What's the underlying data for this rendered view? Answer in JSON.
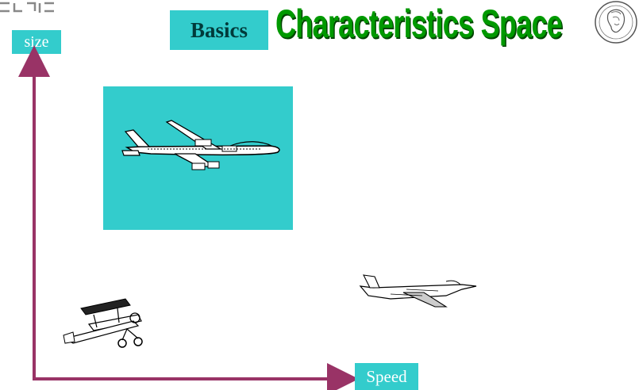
{
  "header": {
    "section_label": "Basics",
    "title": "Characteristics Space"
  },
  "axes": {
    "y_label": "size",
    "x_label": "Speed",
    "axis_color": "#993366",
    "label_bg_color": "#33cccc"
  },
  "items": [
    {
      "name": "jumbo-jet",
      "icon": "jumbo-jet-icon",
      "size_rank": "high",
      "speed_rank": "mid"
    },
    {
      "name": "fighter-jet",
      "icon": "fighter-jet-icon",
      "size_rank": "low",
      "speed_rank": "high"
    },
    {
      "name": "biplane",
      "icon": "biplane-icon",
      "size_rank": "low",
      "speed_rank": "low"
    }
  ]
}
